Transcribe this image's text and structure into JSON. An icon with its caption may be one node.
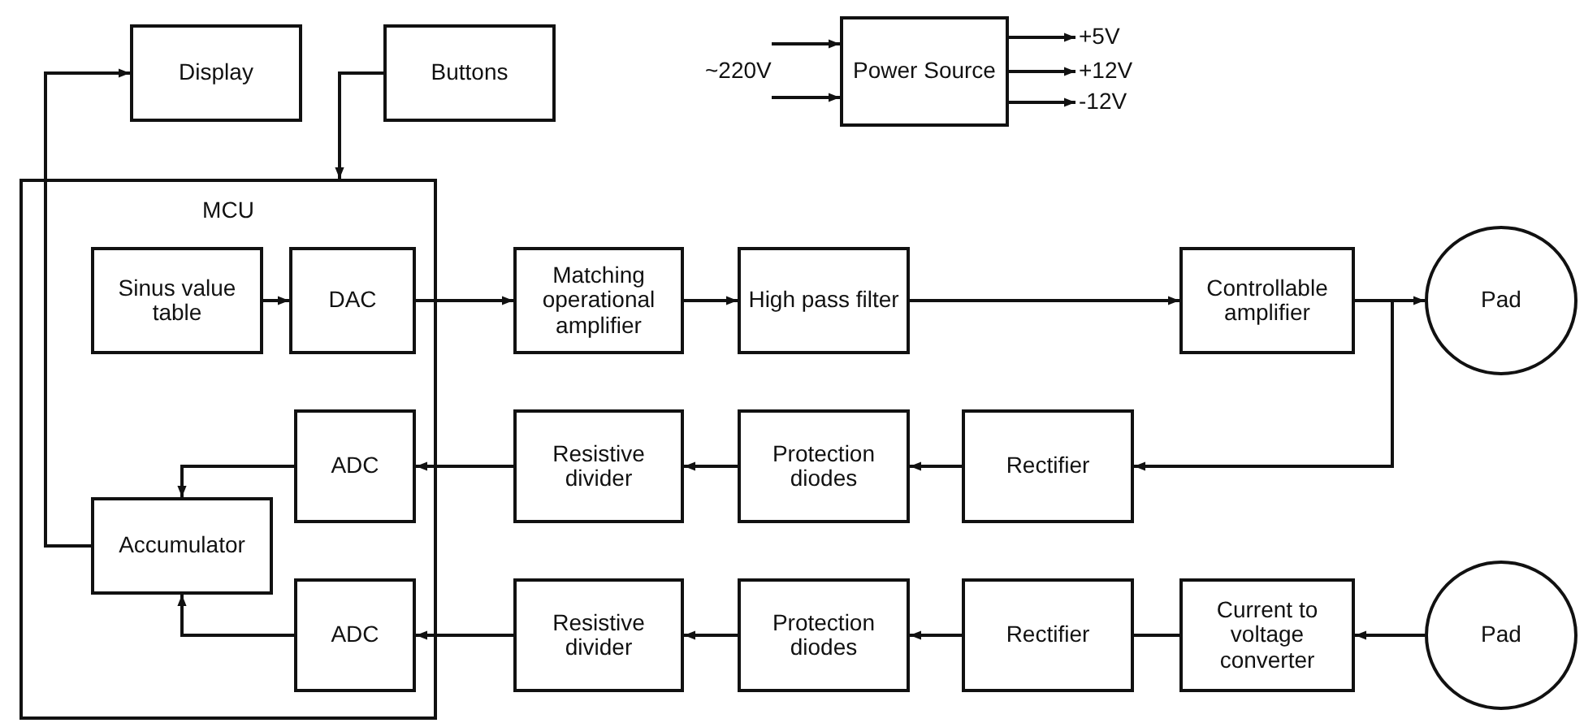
{
  "diagram": {
    "nodes": [
      {
        "text": [
          "Display"
        ]
      },
      {
        "text": [
          "Buttons"
        ]
      },
      {
        "text": [
          "Power Source"
        ]
      },
      {
        "text": [
          "+5V"
        ]
      },
      {
        "text": [
          "+12V"
        ]
      },
      {
        "text": [
          "-12V"
        ]
      },
      {
        "text": [
          "MCU"
        ]
      },
      {
        "text": [
          "Sinus value table"
        ],
        "in": 6
      },
      {
        "text": [
          "DAC"
        ],
        "in": 6
      },
      {
        "text": [
          "Matching operational amplifier"
        ]
      },
      {
        "text": [
          "High pass filter"
        ]
      },
      {
        "text": [
          "Controllable amplifier"
        ]
      },
      {
        "text": [
          "Pad"
        ]
      },
      {
        "text": [
          "ADC"
        ],
        "in": 6
      },
      {
        "text": [
          "Resistive divider"
        ]
      },
      {
        "text": [
          "Protection diodes"
        ]
      },
      {
        "text": [
          "Rectifier"
        ]
      },
      {
        "text": [
          "Accumulator"
        ],
        "in": 6
      },
      {
        "text": [
          "ADC"
        ],
        "in": 6
      },
      {
        "text": [
          "Resistive divider"
        ]
      },
      {
        "text": [
          "Protection diodes"
        ]
      },
      {
        "text": [
          "Rectifier"
        ]
      },
      {
        "text": [
          "Current to voltage converter"
        ]
      },
      {
        "text": [
          "Pad"
        ]
      }
    ],
    "edges": [
      {
        "from": 17,
        "to": 0,
        "arrow": "to"
      },
      {
        "from": 1,
        "to": 6,
        "arrow": "to"
      },
      {
        "from": null,
        "to": 2,
        "arrow": "to"
      },
      {
        "from": null,
        "to": 2,
        "arrow": "to"
      },
      {
        "from": 2,
        "to": 3,
        "arrow": "to"
      },
      {
        "from": 2,
        "to": 4,
        "arrow": "to"
      },
      {
        "from": 2,
        "to": 5,
        "arrow": "to"
      },
      {
        "from": 7,
        "to": 8,
        "arrow": "to"
      },
      {
        "from": 8,
        "to": 9,
        "arrow": "to"
      },
      {
        "from": 9,
        "to": 10,
        "arrow": "to"
      },
      {
        "from": 10,
        "to": 11,
        "arrow": "to"
      },
      {
        "from": 11,
        "to": 12,
        "arrow": "to"
      },
      {
        "from": 11,
        "to": 16,
        "arrow": "to"
      },
      {
        "from": 16,
        "to": 15,
        "arrow": "to"
      },
      {
        "from": 15,
        "to": 14,
        "arrow": "to"
      },
      {
        "from": 14,
        "to": 13,
        "arrow": "to"
      },
      {
        "from": 13,
        "to": 17,
        "arrow": "to"
      },
      {
        "from": 18,
        "to": 17,
        "arrow": "to"
      },
      {
        "from": 23,
        "to": 22,
        "arrow": "to"
      },
      {
        "from": 22,
        "to": 21,
        "arrow": "none"
      },
      {
        "from": 21,
        "to": 20,
        "arrow": "to"
      },
      {
        "from": 20,
        "to": 19,
        "arrow": "to"
      },
      {
        "from": 19,
        "to": 18,
        "arrow": "to"
      }
    ],
    "labels": [
      "~220V"
    ]
  }
}
